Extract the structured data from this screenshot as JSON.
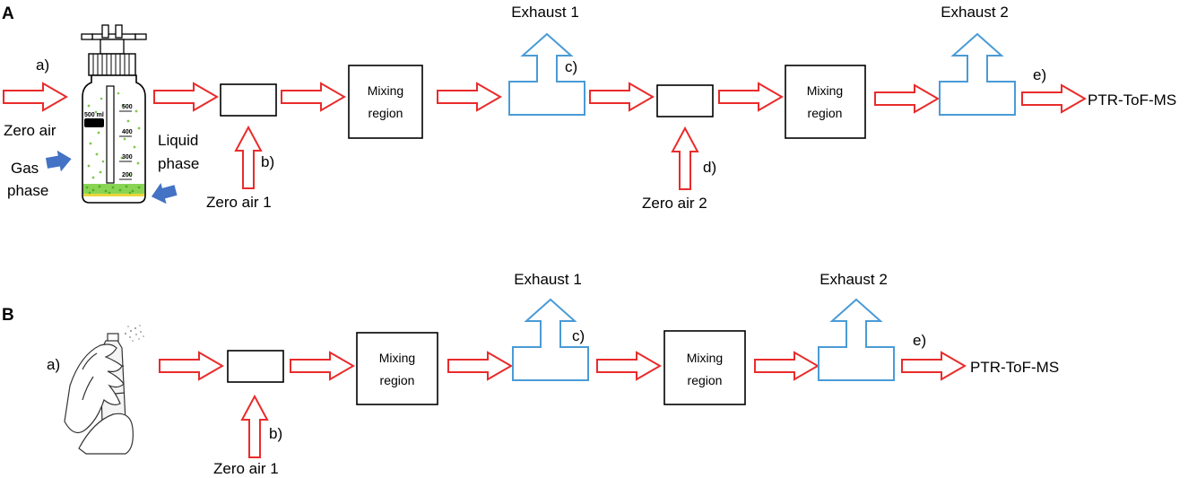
{
  "panels": {
    "a": {
      "panel_label": "A",
      "labels": {
        "a": "a)",
        "zero_air": "Zero air",
        "gas_phase_1": "Gas",
        "gas_phase_2": "phase",
        "liquid_phase_1": "Liquid",
        "liquid_phase_2": "phase",
        "b": "b)",
        "zero_air_1": "Zero air 1",
        "mixing_1_l1": "Mixing",
        "mixing_1_l2": "region",
        "exhaust_1": "Exhaust 1",
        "c": "c)",
        "d": "d)",
        "zero_air_2": "Zero air 2",
        "mixing_2_l1": "Mixing",
        "mixing_2_l2": "region",
        "exhaust_2": "Exhaust 2",
        "e": "e)",
        "ptr": "PTR-ToF-MS"
      },
      "bottle": {
        "volume_label": "500 ml",
        "scale": [
          "500",
          "400",
          "300",
          "200"
        ]
      }
    },
    "b": {
      "panel_label": "B",
      "labels": {
        "a": "a)",
        "b": "b)",
        "zero_air_1": "Zero air 1",
        "mixing_1_l1": "Mixing",
        "mixing_1_l2": "region",
        "exhaust_1": "Exhaust 1",
        "c": "c)",
        "mixing_2_l1": "Mixing",
        "mixing_2_l2": "region",
        "exhaust_2": "Exhaust 2",
        "e": "e)",
        "ptr": "PTR-ToF-MS"
      }
    }
  },
  "colors": {
    "flow_arrow": "#ea2b2b",
    "exhaust": "#4a9bd6",
    "phase_pointer": "#4472c4",
    "particles": "#7ec850"
  },
  "icons": {
    "bottle": "gas-washing-bottle-icon",
    "spray": "hand-spray-can-icon"
  }
}
